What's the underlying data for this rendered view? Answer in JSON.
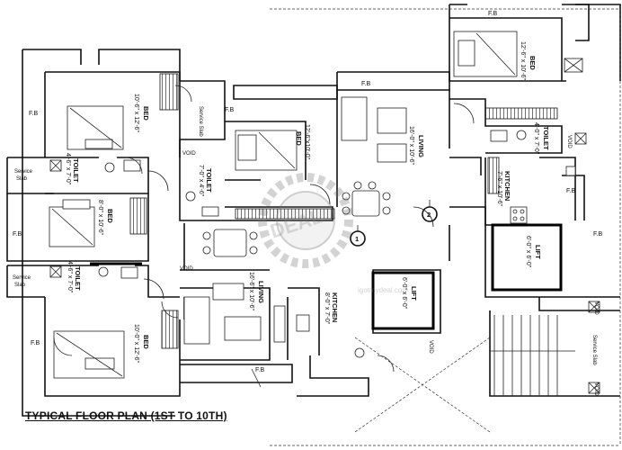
{
  "caption": "TYPICAL FLOOR PLAN (1ST TO 10TH)",
  "watermark": {
    "brand": "DEAL",
    "site": "igotmydeal.com"
  },
  "rooms": {
    "bed_top_left": {
      "name": "BED",
      "size": "10'-6\" x 12'-6\""
    },
    "bed_mid_left": {
      "name": "BED",
      "size": "8'-0\" x 10'-6\""
    },
    "bed_bottom_left": {
      "name": "BED",
      "size": "10'-0\" x 12'-6\""
    },
    "bed_center": {
      "name": "BED",
      "size": "12'-6\"x10'-0\""
    },
    "bed_top_right": {
      "name": "BED",
      "size": "12'-6\" x 10'-6\""
    },
    "toilet_left_top": {
      "name": "TOILET",
      "size": "4'-6\" x 7'-0\""
    },
    "toilet_left_bottom": {
      "name": "TOILET",
      "size": "4'-6\" x 7'-0\""
    },
    "toilet_center": {
      "name": "TOILET",
      "size": "7'-0\" x 4'-6\""
    },
    "toilet_right": {
      "name": "TOILET",
      "size": "4'-0\" x 7'-0\""
    },
    "living_top": {
      "name": "LIVING",
      "size": "16'-0\" x 10'-6\""
    },
    "living_bottom": {
      "name": "LIVING",
      "size": "16'-6\" x 10'-6\""
    },
    "kitchen_right": {
      "name": "KITCHEN",
      "size": "7'-6\" x 10'-6\""
    },
    "kitchen_bottom": {
      "name": "KITCHEN",
      "size": "8'-0\" x 7'-0\""
    },
    "lift_right": {
      "name": "LIFT",
      "size": "6'-0\" x 6'-0\""
    },
    "lift_center": {
      "name": "LIFT",
      "size": "6'-0\" x 6'-0\""
    }
  },
  "markers": {
    "flat_1": "1",
    "flat_2": "2"
  },
  "labels": {
    "fb": "F.B",
    "service_slab": "Service Slab",
    "void": "VOID",
    "service_line1": "Service",
    "service_line2": "Slab"
  },
  "colors": {
    "line": "#111111",
    "background": "#ffffff",
    "lift_outline": "#000000"
  }
}
